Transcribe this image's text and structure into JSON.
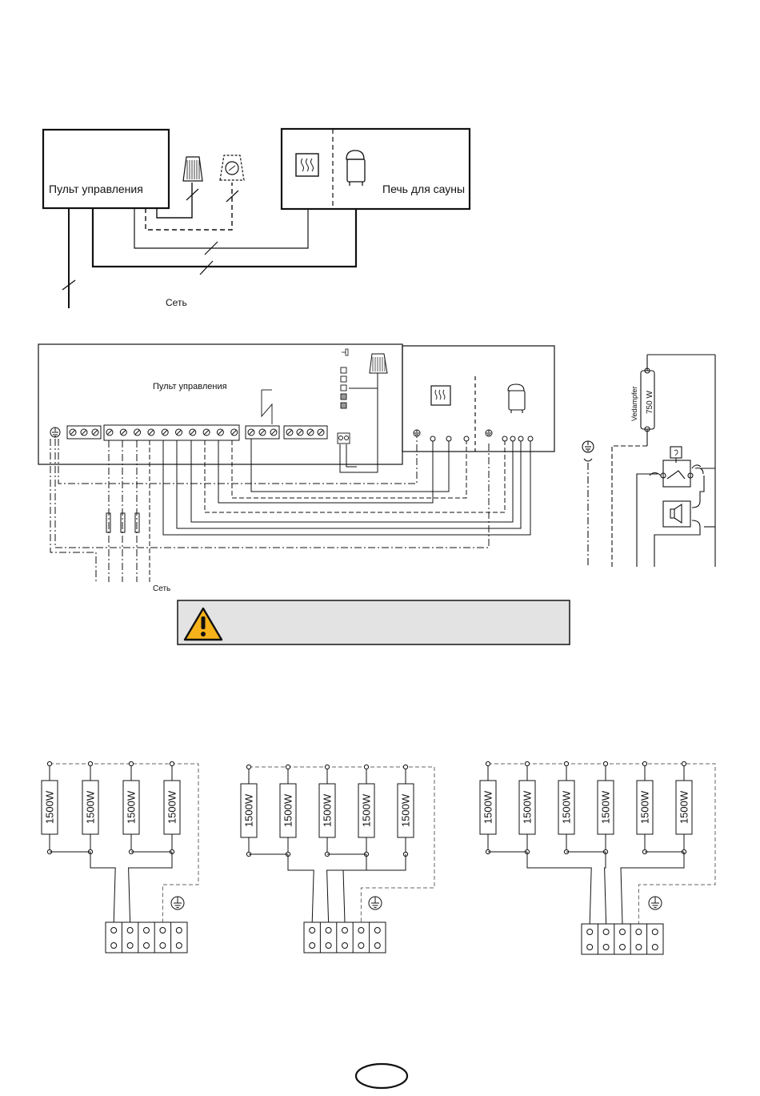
{
  "top_diagram": {
    "control_panel_label": "Пульт управления",
    "heater_label": "Печь для сауны",
    "mains_label": "Сеть"
  },
  "middle_diagram": {
    "control_panel_label": "Пульт управления",
    "mains_label": "Сеть",
    "vedampfer_label": "Vedampfer",
    "vedampfer_power": "750 W"
  },
  "warning": {
    "icon": "warning-triangle-icon",
    "text": ""
  },
  "heater_wiring": {
    "element_rating": "1500W",
    "groups": [
      {
        "elements": 4
      },
      {
        "elements": 5
      },
      {
        "elements": 6
      }
    ]
  },
  "footer": {
    "page_number": ""
  }
}
